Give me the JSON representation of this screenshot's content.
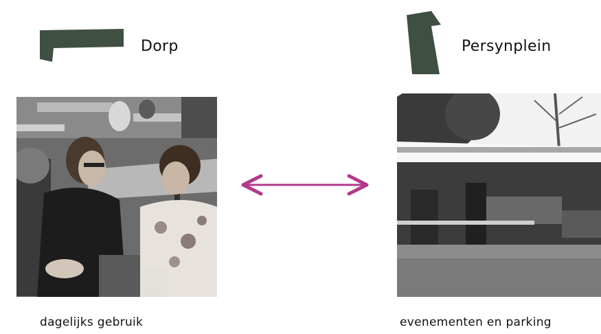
{
  "left": {
    "shape_icon": "l-shaped-plan-shape",
    "label": "Dorp",
    "caption": "dagelijks gebruik",
    "photo_icon": "terrace-photo"
  },
  "right": {
    "shape_icon": "square-plan-shape",
    "label": "Persynplein",
    "caption": "evenementen en parking",
    "photo_icon": "market-photo"
  },
  "connector": {
    "icon": "double-arrow-icon"
  },
  "colors": {
    "shape_fill": "#3f5043",
    "arrow": "#b23a8c"
  }
}
